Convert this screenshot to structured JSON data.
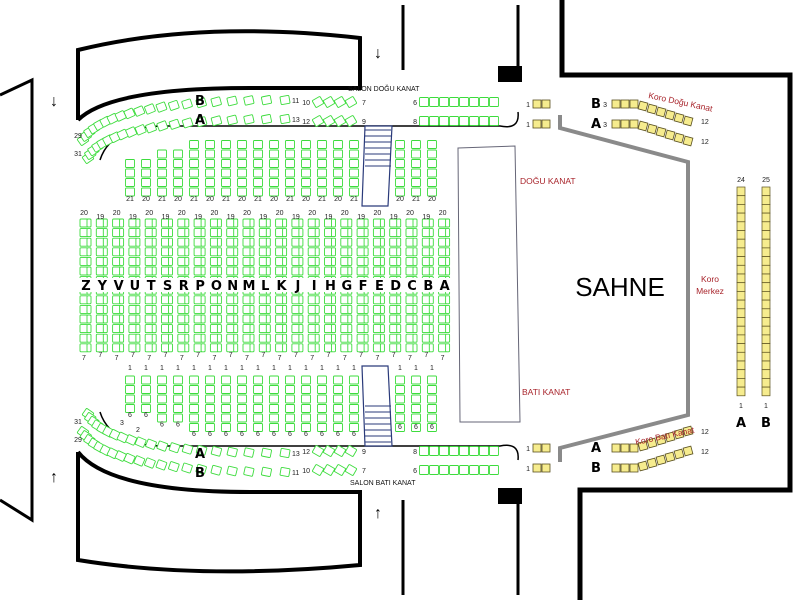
{
  "labels": {
    "salon_dogu": "SALON DOĞU KANAT",
    "salon_bati": "SALON BATI KANAT",
    "dogu_kanat": "DOĞU KANAT",
    "bati_kanat": "BATI KANAT",
    "sahne": "SAHNE",
    "koro_dogu": "Koro Doğu Kanat",
    "koro_bati": "Koro Batı Kanat",
    "koro_merkez_1": "Koro",
    "koro_merkez_2": "Merkez",
    "arrow_down": "↓",
    "arrow_up": "↑"
  },
  "main_block": {
    "rows": [
      "Z",
      "Y",
      "V",
      "U",
      "T",
      "S",
      "R",
      "P",
      "O",
      "N",
      "M",
      "L",
      "K",
      "J",
      "I",
      "H",
      "G",
      "F",
      "E",
      "D",
      "C",
      "B",
      "A"
    ],
    "top_numbers": [
      "20",
      "19",
      "20",
      "19",
      "20",
      "19",
      "20",
      "19",
      "20",
      "19",
      "20",
      "19",
      "20",
      "19",
      "20",
      "19",
      "20",
      "19",
      "20",
      "19",
      "20",
      "19",
      "20"
    ],
    "bottom_number": "7"
  },
  "upper_block": {
    "left_numbers": [
      "21",
      "20",
      "21",
      "20",
      "21",
      "20",
      "21",
      "20",
      "21",
      "20",
      "21",
      "20",
      "21",
      "20",
      "21"
    ],
    "right_numbers": [
      "20",
      "21",
      "20"
    ]
  },
  "lower_block": {
    "top_number": "6",
    "bottom_number": "1",
    "side_numbers": [
      "3",
      "2"
    ]
  },
  "balcony": {
    "row_a": "A",
    "row_b": "B",
    "a_end": "31",
    "b_end": "29",
    "b_inner": "11",
    "a_inner": "13",
    "g2_b_start": "10",
    "g2_b_end": "7",
    "g2_a_start": "12",
    "g2_a_end": "9",
    "g3_b": "6",
    "g3_a": "8",
    "box_label": "1"
  },
  "choir": {
    "row_a": "A",
    "row_b": "B",
    "start": "3",
    "end": "12",
    "center_col_a": "24",
    "center_col_b": "25",
    "center_bottom": "1"
  },
  "colors": {
    "seat": "#3ddc3d",
    "choir_fill": "#f6ec8e",
    "choir_stroke": "#5a5020",
    "stage_line": "#8a8a8a",
    "label_red": "#a8242b",
    "stairs": "#2a3a7a"
  }
}
